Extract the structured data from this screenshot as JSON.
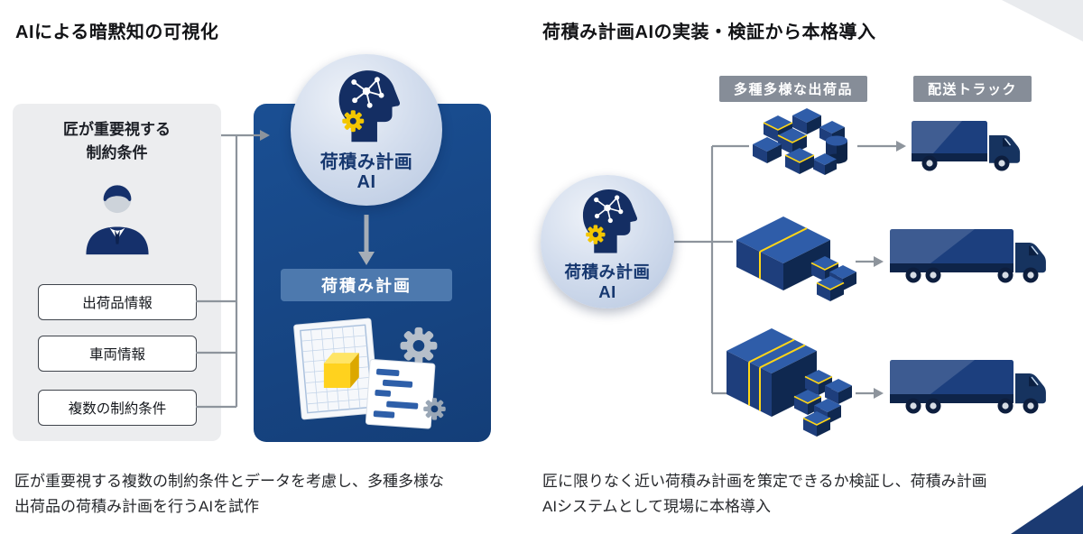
{
  "left": {
    "title": "AIによる暗黙知の可視化",
    "constraints": {
      "heading": "匠が重要視する\n制約条件",
      "items": [
        "出荷品情報",
        "車両情報",
        "複数の制約条件"
      ]
    },
    "ai_circle": {
      "line1": "荷積み計画",
      "line2": "AI"
    },
    "plan_label": "荷積み計画",
    "caption": "匠が重要視する複数の制約条件とデータを考慮し、多種多様な\n出荷品の荷積み計画を行うAIを試作"
  },
  "right": {
    "title": "荷積み計画AIの実装・検証から本格導入",
    "badge_shipments": "多種多様な出荷品",
    "badge_trucks": "配送トラック",
    "ai_circle": {
      "line1": "荷積み計画",
      "line2": "AI"
    },
    "caption": "匠に限りなく近い荷積み計画を策定できるか検証し、荷積み計画\nAIシステムとして現場に本格導入"
  },
  "colors": {
    "navy_panel": "#17498C",
    "deep_navy": "#142E63",
    "accent_yellow": "#F3C600",
    "badge_gray": "#868D98",
    "plan_label_blue": "#4D79AE",
    "connector_gray": "#8D949C"
  }
}
